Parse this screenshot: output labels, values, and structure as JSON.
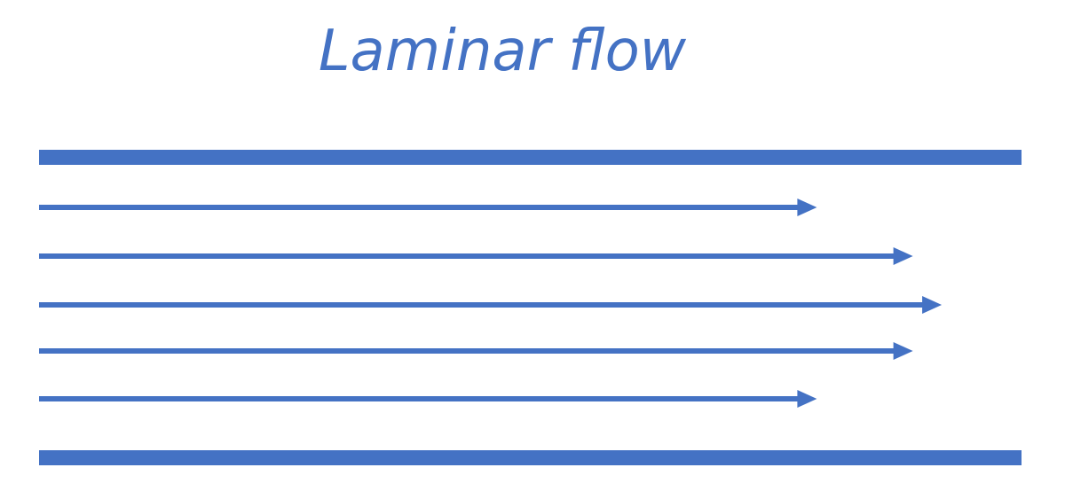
{
  "title": "Laminar flow",
  "colors": {
    "primary": "#4472C4",
    "background": "#ffffff"
  },
  "flow": {
    "walls": [
      "top-wall",
      "bottom-wall"
    ],
    "streamline_relative_velocities": [
      0.81,
      0.91,
      0.94,
      0.91,
      0.81
    ]
  }
}
